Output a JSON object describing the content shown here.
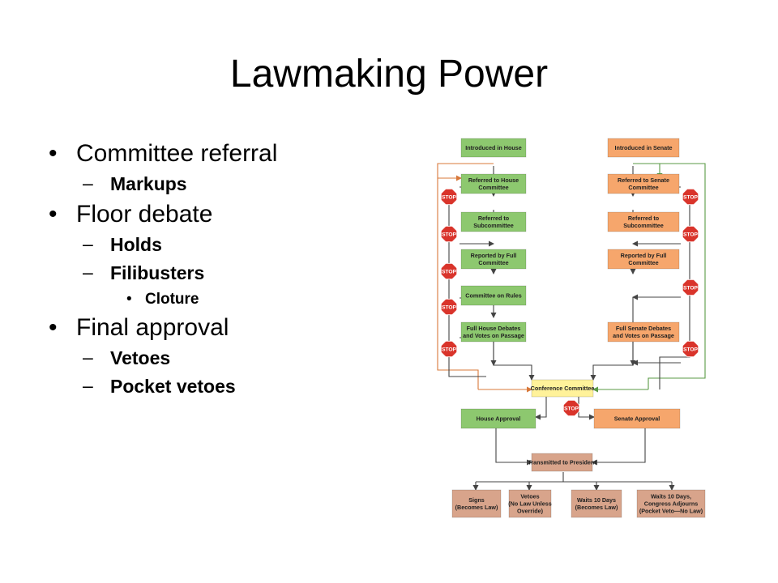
{
  "slide": {
    "title": "Lawmaking Power"
  },
  "bullets": {
    "committee": {
      "label": "Committee referral",
      "sub": {
        "markups": "Markups"
      }
    },
    "floor": {
      "label": "Floor debate",
      "sub": {
        "holds": "Holds",
        "filibusters": "Filibusters",
        "cloture": "Cloture"
      }
    },
    "final": {
      "label": "Final approval",
      "sub": {
        "vetoes": "Vetoes",
        "pocket": "Pocket vetoes"
      }
    },
    "markers": {
      "bullet": "•",
      "dash": "–"
    }
  },
  "flowchart": {
    "colors": {
      "house": "#8dc86f",
      "house_line": "#5a9a45",
      "senate": "#f6a66c",
      "senate_line": "#d8783a",
      "conference": "#fff29a",
      "president": "#d8a48b",
      "stop": "#d9342b",
      "connector": "#444444"
    },
    "house": {
      "introduced": [
        "Introduced in House"
      ],
      "referred_committee": [
        "Referred to House",
        "Committee"
      ],
      "referred_sub": [
        "Referred to",
        "Subcommittee"
      ],
      "reported": [
        "Reported by Full",
        "Committee"
      ],
      "rules": [
        "Committee on Rules"
      ],
      "debate": [
        "Full House Debates",
        "and Votes on Passage"
      ]
    },
    "senate": {
      "introduced": [
        "Introduced in Senate"
      ],
      "referred_committee": [
        "Referred to Senate",
        "Committee"
      ],
      "referred_sub": [
        "Referred to",
        "Subcommittee"
      ],
      "reported": [
        "Reported by Full",
        "Committee"
      ],
      "debate": [
        "Full Senate Debates",
        "and Votes on Passage"
      ]
    },
    "conference": [
      "Conference Committee"
    ],
    "house_approval": [
      "House Approval"
    ],
    "senate_approval": [
      "Senate Approval"
    ],
    "president": [
      "Transmitted to President"
    ],
    "outcomes": {
      "signs": [
        "Signs",
        "(Becomes Law)"
      ],
      "vetoes": [
        "Vetoes",
        "(No Law Unless",
        "Override)"
      ],
      "waits": [
        "Waits 10 Days",
        "(Becomes Law)"
      ],
      "pocket": [
        "Waits 10 Days,",
        "Congress Adjourns",
        "(Pocket Veto—No Law)"
      ]
    },
    "stop_label": "STOP"
  }
}
